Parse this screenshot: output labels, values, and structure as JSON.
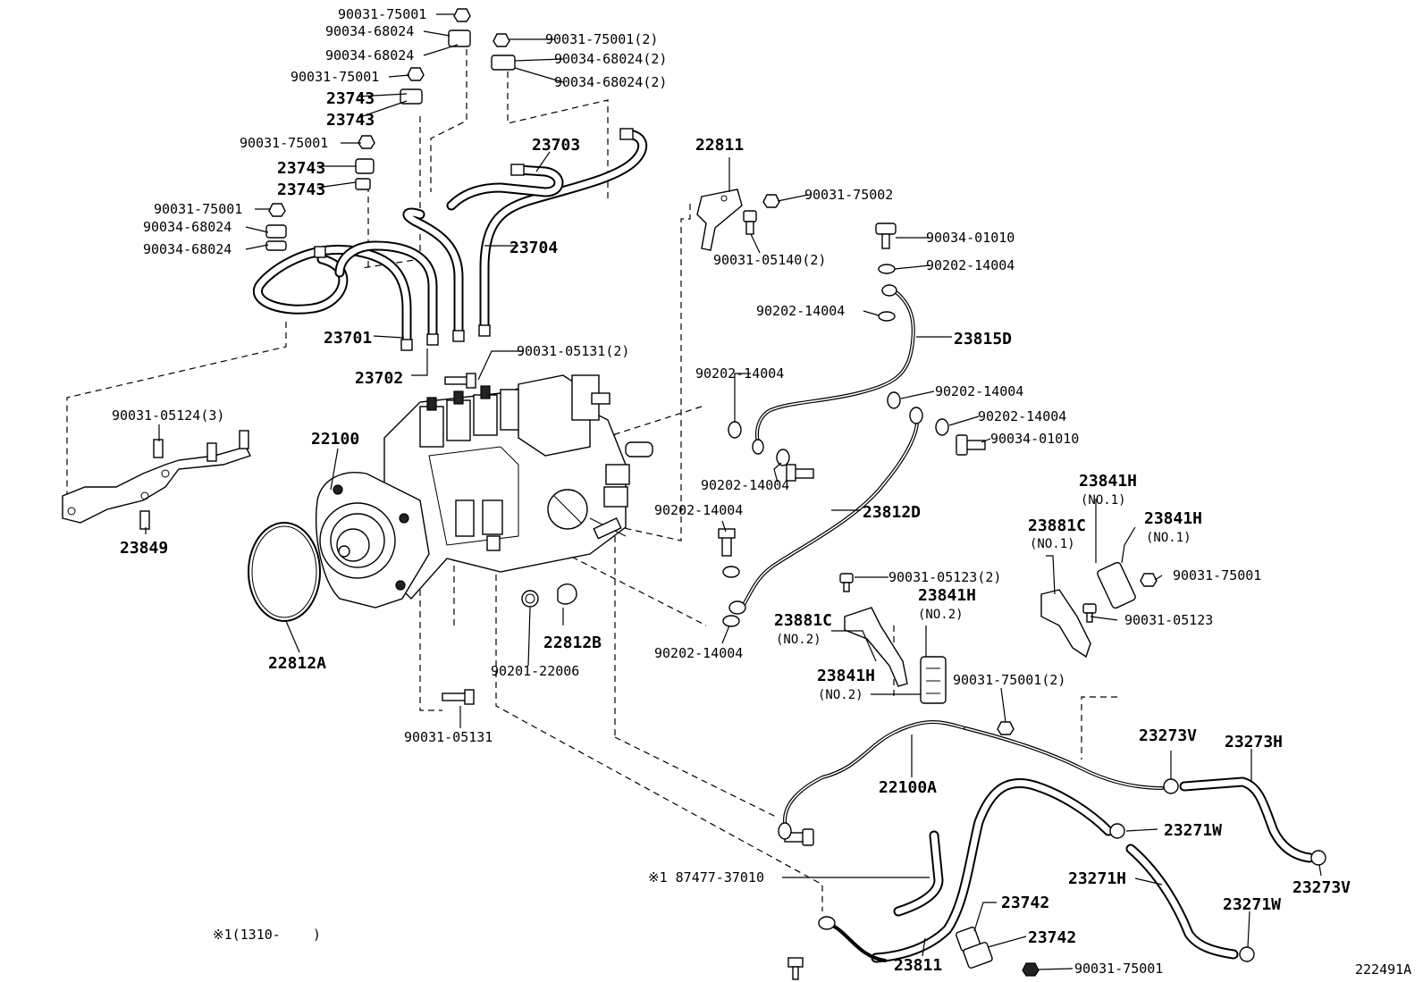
{
  "diagram": {
    "drawing_number": "222491A",
    "footnote": "※1(1310-    )",
    "callouts": {
      "c01": "90031-75001",
      "c02": "90034-68024",
      "c03": "90034-68024",
      "c04": "90031-75001",
      "c05": "23743",
      "c06": "23743",
      "c07": "90031-75001",
      "c08": "23743",
      "c09": "23743",
      "c10": "90031-75001",
      "c11": "90034-68024",
      "c12": "90034-68024",
      "c13": "90031-75001(2)",
      "c14": "90034-68024(2)",
      "c15": "90034-68024(2)",
      "c16": "23703",
      "c17": "23704",
      "c18": "23701",
      "c19": "23702",
      "c20": "90031-05131(2)",
      "c21": "22811",
      "c22": "90031-75002",
      "c23": "90031-05140(2)",
      "c24": "90034-01010",
      "c25": "90202-14004",
      "c26": "90202-14004",
      "c27": "23815D",
      "c28": "90202-14004",
      "c29": "90202-14004",
      "c30": "90202-14004",
      "c31": "90034-01010",
      "c32": "90202-14004",
      "c33": "23812D",
      "c34": "90202-14004",
      "c35": "90202-14004",
      "c36": "90031-05124(3)",
      "c37": "23849",
      "c38": "22100",
      "c39": "22812A",
      "c40": "90201-22006",
      "c41": "22812B",
      "c42": "90031-05131",
      "c43": "90031-05123(2)",
      "c44": "23841H",
      "c45": "(NO.2)",
      "c46": "23881C",
      "c47": "(NO.2)",
      "c48": "23841H",
      "c49": "(NO.2)",
      "c50": "90031-75001(2)",
      "c51": "23841H",
      "c52": "(NO.1)",
      "c53": "23881C",
      "c54": "(NO.1)",
      "c55": "23841H",
      "c56": "(NO.1)",
      "c57": "90031-75001",
      "c58": "90031-05123",
      "c59": "23273V",
      "c60": "23273H",
      "c61": "22100A",
      "c62": "23271W",
      "c63": "23273V",
      "c64": "23271H",
      "c65": "23271W",
      "c66": "※1 87477-37010",
      "c67": "23742",
      "c68": "23742",
      "c69": "23811",
      "c70": "90031-75001"
    }
  }
}
